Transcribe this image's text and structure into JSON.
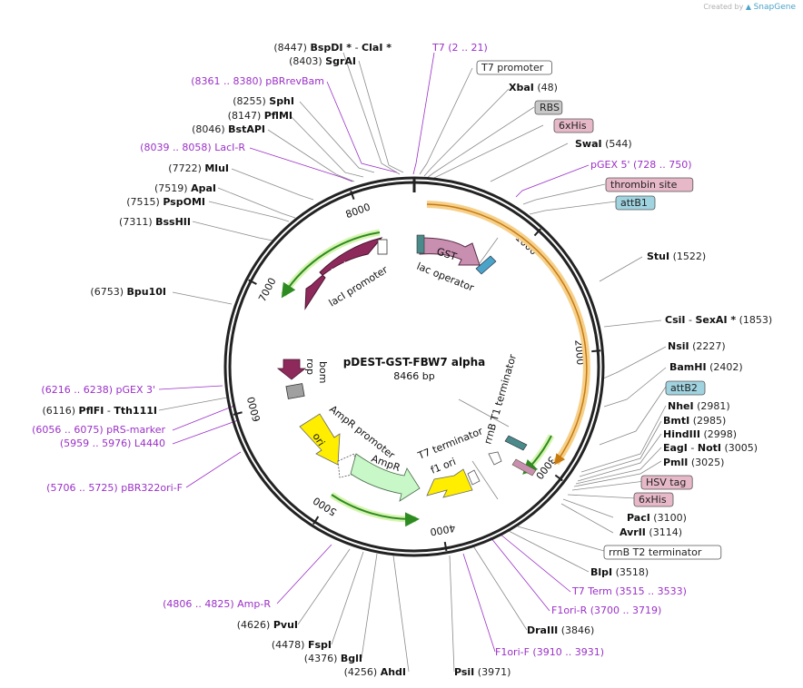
{
  "credit": {
    "prefix": "Created by",
    "brand": "SnapGene"
  },
  "plasmid": {
    "name": "pDEST-GST-FBW7 alpha",
    "size": "8466 bp"
  },
  "ticks": [
    "1000",
    "2000",
    "3000",
    "4000",
    "5000",
    "6000",
    "7000",
    "8000"
  ],
  "colors": {
    "enzyme_text": "#111111",
    "feature_text": "#9b30c8",
    "backbone": "#222222",
    "gst": "#c98fb1",
    "laci": "#8e2a5b",
    "ampr": "#c8f7c8",
    "ori": "#ffee00",
    "f1ori": "#ffee00",
    "orange_arc": "#f0a830",
    "green_arrow": "#2e8b22"
  },
  "labels_right": [
    {
      "parts": [
        {
          "t": "T7",
          "c": "feat"
        },
        {
          "t": "  (2 .. 21)",
          "c": "feat"
        }
      ]
    },
    {
      "box": "T7 promoter",
      "fill": "#ffffff"
    },
    {
      "parts": [
        {
          "t": "XbaI",
          "c": "name"
        },
        {
          "t": "  (48)",
          "c": "num"
        }
      ]
    },
    {
      "box": "RBS",
      "fill": "#c8c8c8"
    },
    {
      "box": "6xHis",
      "fill": "#e6b8c8"
    },
    {
      "parts": [
        {
          "t": "SwaI",
          "c": "name"
        },
        {
          "t": "  (544)",
          "c": "num"
        }
      ]
    },
    {
      "parts": [
        {
          "t": "pGEX 5'",
          "c": "feat"
        },
        {
          "t": "  (728 .. 750)",
          "c": "feat"
        }
      ]
    },
    {
      "box": "thrombin site",
      "fill": "#e6b8c8"
    },
    {
      "box": "attB1",
      "fill": "#9fd3e0"
    },
    {
      "parts": [
        {
          "t": "StuI",
          "c": "name"
        },
        {
          "t": "  (1522)",
          "c": "num"
        }
      ]
    },
    {
      "parts": [
        {
          "t": "CsiI",
          "c": "name"
        },
        {
          "t": "  -  ",
          "c": "num"
        },
        {
          "t": "SexAI *",
          "c": "name"
        },
        {
          "t": "  (1853)",
          "c": "num"
        }
      ]
    },
    {
      "parts": [
        {
          "t": "NsiI",
          "c": "name"
        },
        {
          "t": "  (2227)",
          "c": "num"
        }
      ]
    },
    {
      "parts": [
        {
          "t": "BamHI",
          "c": "name"
        },
        {
          "t": "  (2402)",
          "c": "num"
        }
      ]
    },
    {
      "box": "attB2",
      "fill": "#9fd3e0"
    },
    {
      "parts": [
        {
          "t": "NheI",
          "c": "name"
        },
        {
          "t": "  (2981)",
          "c": "num"
        }
      ]
    },
    {
      "parts": [
        {
          "t": "BmtI",
          "c": "name"
        },
        {
          "t": "  (2985)",
          "c": "num"
        }
      ]
    },
    {
      "parts": [
        {
          "t": "HindIII",
          "c": "name"
        },
        {
          "t": "  (2998)",
          "c": "num"
        }
      ]
    },
    {
      "parts": [
        {
          "t": "EagI",
          "c": "name"
        },
        {
          "t": "  -  ",
          "c": "num"
        },
        {
          "t": "NotI",
          "c": "name"
        },
        {
          "t": "  (3005)",
          "c": "num"
        }
      ]
    },
    {
      "parts": [
        {
          "t": "PmlI",
          "c": "name"
        },
        {
          "t": "  (3025)",
          "c": "num"
        }
      ]
    },
    {
      "box": "HSV tag",
      "fill": "#e6b8c8"
    },
    {
      "box": "6xHis",
      "fill": "#e6b8c8"
    },
    {
      "parts": [
        {
          "t": "PacI",
          "c": "name"
        },
        {
          "t": "  (3100)",
          "c": "num"
        }
      ]
    },
    {
      "parts": [
        {
          "t": "AvrII",
          "c": "name"
        },
        {
          "t": "  (3114)",
          "c": "num"
        }
      ]
    },
    {
      "box": "rrnB T2 terminator",
      "fill": "#ffffff"
    },
    {
      "parts": [
        {
          "t": "BlpI",
          "c": "name"
        },
        {
          "t": "  (3518)",
          "c": "num"
        }
      ]
    },
    {
      "parts": [
        {
          "t": "T7 Term",
          "c": "feat"
        },
        {
          "t": "  (3515 .. 3533)",
          "c": "feat"
        }
      ]
    },
    {
      "parts": [
        {
          "t": "F1ori-R",
          "c": "feat"
        },
        {
          "t": "  (3700 .. 3719)",
          "c": "feat"
        }
      ]
    },
    {
      "parts": [
        {
          "t": "DraIII",
          "c": "name"
        },
        {
          "t": "  (3846)",
          "c": "num"
        }
      ]
    },
    {
      "parts": [
        {
          "t": "F1ori-F",
          "c": "feat"
        },
        {
          "t": "  (3910 .. 3931)",
          "c": "feat"
        }
      ]
    },
    {
      "parts": [
        {
          "t": "PsiI",
          "c": "name"
        },
        {
          "t": "  (3971)",
          "c": "num"
        }
      ]
    }
  ],
  "labels_left": [
    {
      "parts": [
        {
          "t": "(8447)  ",
          "c": "num"
        },
        {
          "t": "BspDI *",
          "c": "name"
        },
        {
          "t": "  -  ",
          "c": "num"
        },
        {
          "t": "ClaI *",
          "c": "name"
        }
      ]
    },
    {
      "parts": [
        {
          "t": "(8403)  ",
          "c": "num"
        },
        {
          "t": "SgrAI",
          "c": "name"
        }
      ]
    },
    {
      "parts": [
        {
          "t": "(8361 .. 8380)  ",
          "c": "feat"
        },
        {
          "t": "pBRrevBam",
          "c": "feat"
        }
      ]
    },
    {
      "parts": [
        {
          "t": "(8255)  ",
          "c": "num"
        },
        {
          "t": "SphI",
          "c": "name"
        }
      ]
    },
    {
      "parts": [
        {
          "t": "(8147)  ",
          "c": "num"
        },
        {
          "t": "PflMI",
          "c": "name"
        }
      ]
    },
    {
      "parts": [
        {
          "t": "(8046)  ",
          "c": "num"
        },
        {
          "t": "BstAPI",
          "c": "name"
        }
      ]
    },
    {
      "parts": [
        {
          "t": "(8039 .. 8058)  ",
          "c": "feat"
        },
        {
          "t": "LacI-R",
          "c": "feat"
        }
      ]
    },
    {
      "parts": [
        {
          "t": "(7722)  ",
          "c": "num"
        },
        {
          "t": "MluI",
          "c": "name"
        }
      ]
    },
    {
      "parts": [
        {
          "t": "(7519)  ",
          "c": "num"
        },
        {
          "t": "ApaI",
          "c": "name"
        }
      ]
    },
    {
      "parts": [
        {
          "t": "(7515)  ",
          "c": "num"
        },
        {
          "t": "PspOMI",
          "c": "name"
        }
      ]
    },
    {
      "parts": [
        {
          "t": "(7311)  ",
          "c": "num"
        },
        {
          "t": "BssHII",
          "c": "name"
        }
      ]
    },
    {
      "parts": [
        {
          "t": "(6753)  ",
          "c": "num"
        },
        {
          "t": "Bpu10I",
          "c": "name"
        }
      ]
    },
    {
      "parts": [
        {
          "t": "(6216 .. 6238)  ",
          "c": "feat"
        },
        {
          "t": "pGEX 3'",
          "c": "feat"
        }
      ]
    },
    {
      "parts": [
        {
          "t": "(6116)  ",
          "c": "num"
        },
        {
          "t": "PflFI",
          "c": "name"
        },
        {
          "t": "  -  ",
          "c": "num"
        },
        {
          "t": "Tth111I",
          "c": "name"
        }
      ]
    },
    {
      "parts": [
        {
          "t": "(6056 .. 6075)  ",
          "c": "feat"
        },
        {
          "t": "pRS-marker",
          "c": "feat"
        }
      ]
    },
    {
      "parts": [
        {
          "t": "(5959 .. 5976)  ",
          "c": "feat"
        },
        {
          "t": "L4440",
          "c": "feat"
        }
      ]
    },
    {
      "parts": [
        {
          "t": "(5706 .. 5725)  ",
          "c": "feat"
        },
        {
          "t": "pBR322ori-F",
          "c": "feat"
        }
      ]
    }
  ],
  "labels_bottom": [
    {
      "parts": [
        {
          "t": "(4806 .. 4825)  ",
          "c": "feat"
        },
        {
          "t": "Amp-R",
          "c": "feat"
        }
      ]
    },
    {
      "parts": [
        {
          "t": "(4626)  ",
          "c": "num"
        },
        {
          "t": "PvuI",
          "c": "name"
        }
      ]
    },
    {
      "parts": [
        {
          "t": "(4478)  ",
          "c": "num"
        },
        {
          "t": "FspI",
          "c": "name"
        }
      ]
    },
    {
      "parts": [
        {
          "t": "(4376)  ",
          "c": "num"
        },
        {
          "t": "BglI",
          "c": "name"
        }
      ]
    },
    {
      "parts": [
        {
          "t": "(4256)  ",
          "c": "num"
        },
        {
          "t": "AhdI",
          "c": "name"
        }
      ]
    }
  ],
  "features": {
    "gst": "GST",
    "lac_operator": "lac operator",
    "laci": "lacI",
    "laci_promoter": "lacI promoter",
    "rop": "rop",
    "bom": "bom",
    "ampr_promoter": "AmpR promoter",
    "ampr": "AmpR",
    "ori": "ori",
    "t7_terminator": "T7 terminator",
    "f1_ori": "f1 ori",
    "rrnb_t1": "rrnB T1 terminator"
  }
}
